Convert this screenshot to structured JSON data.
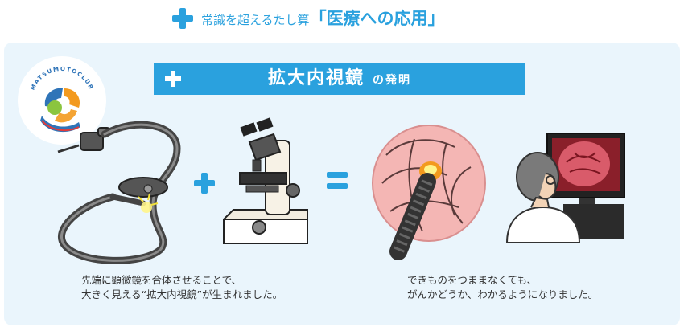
{
  "header": {
    "prefix": "常識を超えるたし算",
    "bracket_open": "「",
    "emphasis": "医療への応用",
    "bracket_close": "」"
  },
  "banner": {
    "title": "拡大内視鏡",
    "suffix": "の発明"
  },
  "captions": {
    "left_line1": "先端に顕微鏡を合体させることで、",
    "left_line2": "大きく見える“拡大内視鏡”が生まれました。",
    "right_line1": "できものをつままなくても、",
    "right_line2": "がんかどうか、わかるようになりました。"
  },
  "logo": {
    "ring_text": "MATSUMOTOCLUB"
  },
  "colors": {
    "accent": "#2aa1de",
    "panel": "#eaf5fc",
    "logo_blue": "#2f74b8",
    "logo_orange": "#f39a1e",
    "logo_green": "#8bc53f"
  }
}
